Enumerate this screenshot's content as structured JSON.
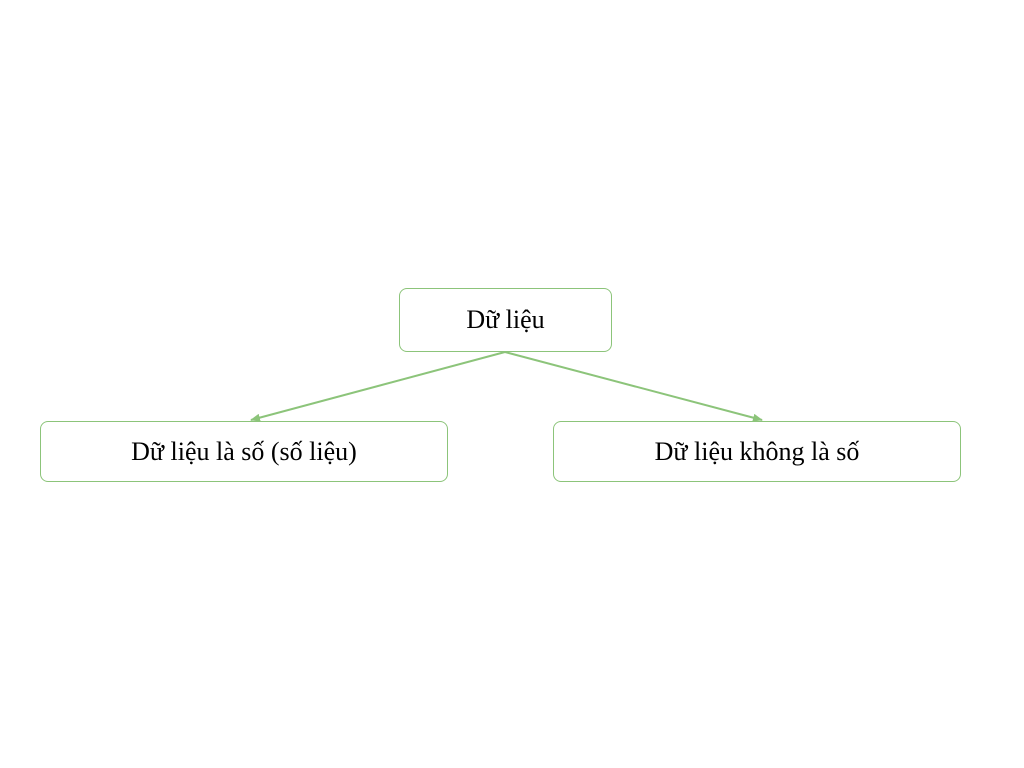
{
  "diagram": {
    "root": {
      "label": "Dữ liệu"
    },
    "children": [
      {
        "label": "Dữ liệu là số (số liệu)"
      },
      {
        "label": "Dữ liệu không là số"
      }
    ]
  },
  "colors": {
    "border": "#8cc47a",
    "connector": "#8cc47a",
    "text": "#000000",
    "background": "#ffffff"
  }
}
